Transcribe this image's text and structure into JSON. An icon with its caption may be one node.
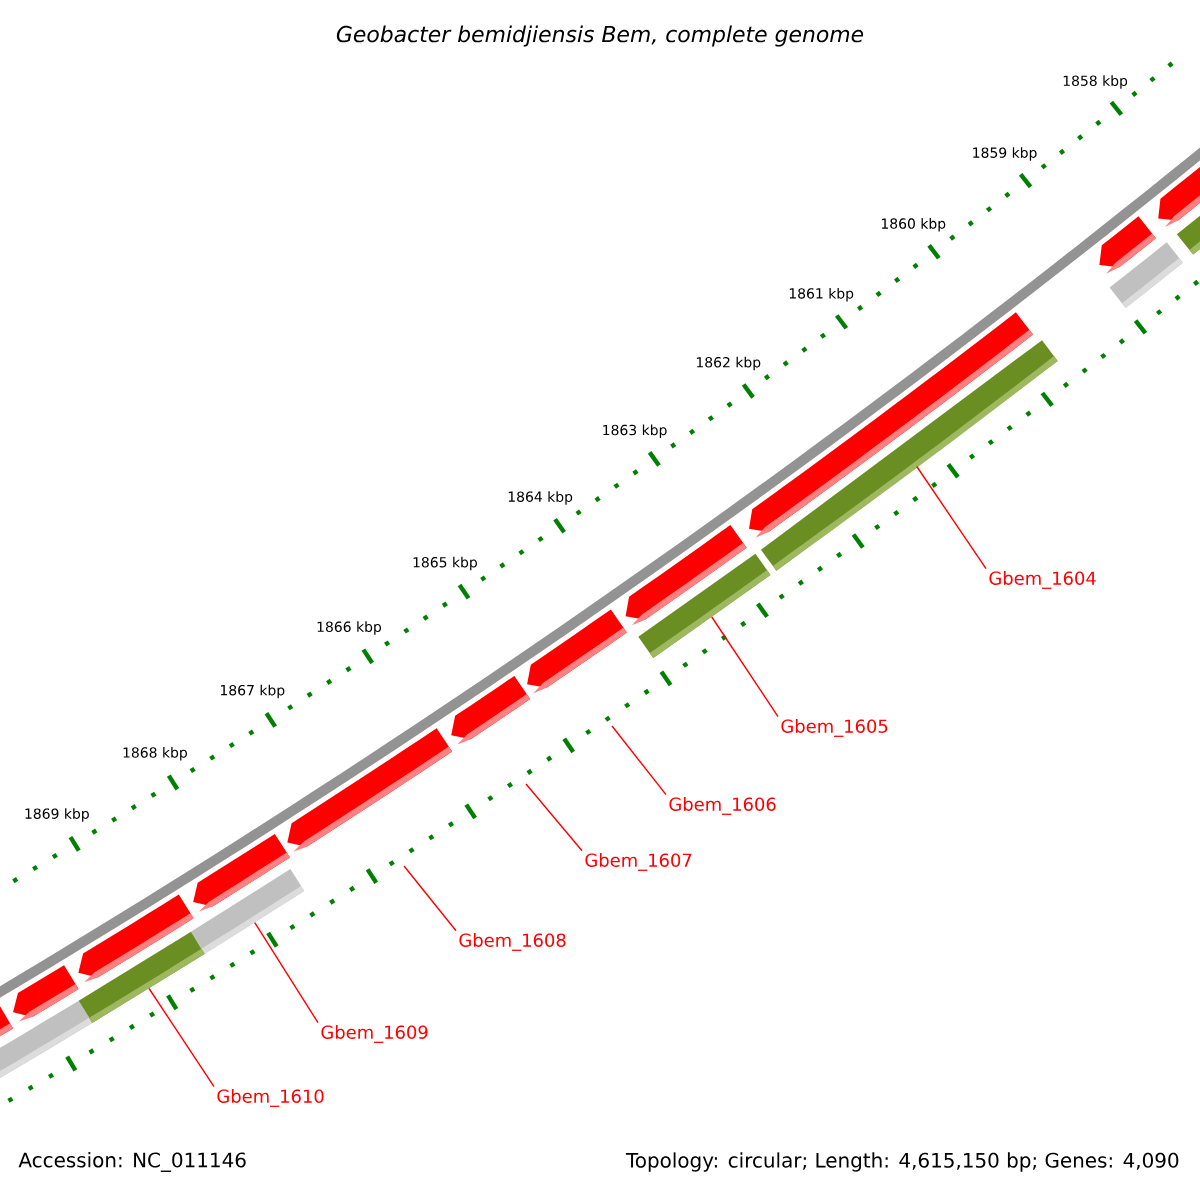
{
  "diagram": {
    "title": "Geobacter bemidjiensis Bem, complete genome",
    "nodes": [
      {
        "text": [
          "Gbem_1604"
        ]
      },
      {
        "text": [
          "Gbem_1605"
        ]
      },
      {
        "text": [
          "Gbem_1606"
        ]
      },
      {
        "text": [
          "Gbem_1607"
        ]
      },
      {
        "text": [
          "Gbem_1608"
        ]
      },
      {
        "text": [
          "Gbem_1609"
        ]
      },
      {
        "text": [
          "Gbem_1610"
        ]
      },
      {
        "text": [],
        "shape": "bar"
      },
      {
        "text": [],
        "shape": "bar"
      },
      {
        "text": [],
        "shape": "bar"
      },
      {
        "text": [],
        "shape": "bar"
      }
    ],
    "edges": [
      {
        "from": 0,
        "to": 7,
        "arrow": "none"
      },
      {
        "from": 1,
        "to": 8,
        "arrow": "none"
      },
      {
        "from": 2,
        "to": null,
        "arrow": "none"
      },
      {
        "from": 3,
        "to": null,
        "arrow": "none"
      },
      {
        "from": 4,
        "to": null,
        "arrow": "none"
      },
      {
        "from": 5,
        "to": 9,
        "arrow": "none"
      },
      {
        "from": 6,
        "to": 10,
        "arrow": "none"
      }
    ],
    "labels": [
      "1858 kbp",
      "1859 kbp",
      "1860 kbp",
      "1861 kbp",
      "1862 kbp",
      "1863 kbp",
      "1864 kbp",
      "1865 kbp",
      "1866 kbp",
      "1867 kbp",
      "1868 kbp",
      "1869 kbp",
      "Accession: NC_011146",
      "Topology: circular; Length: 4,615,150 bp; Genes: 4,090"
    ]
  }
}
